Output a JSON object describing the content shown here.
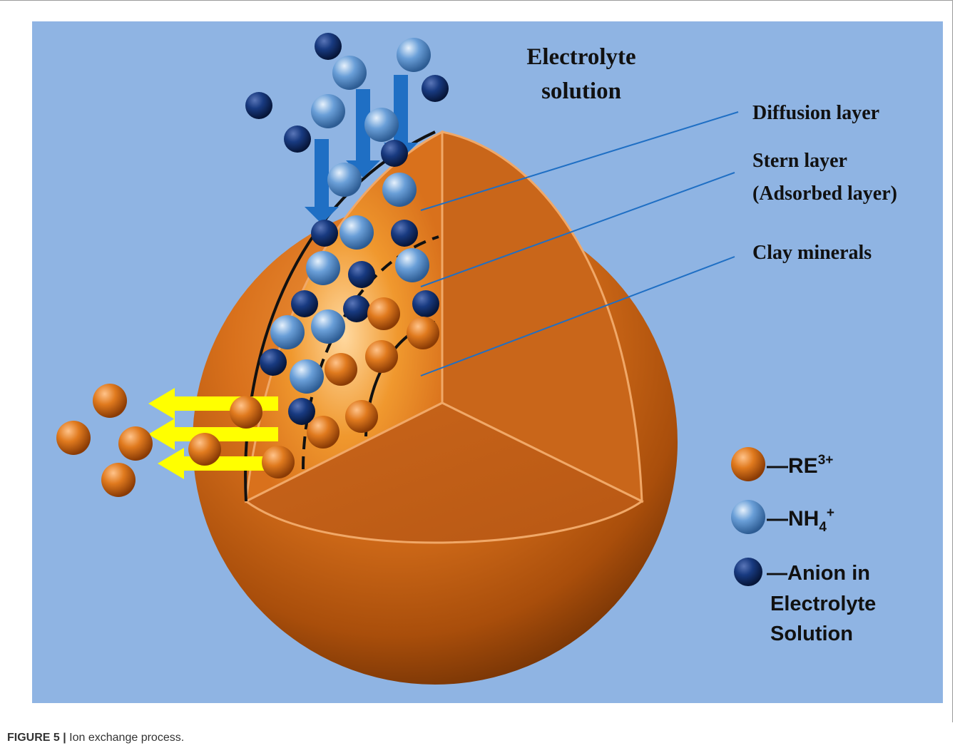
{
  "figure": {
    "title_line1": "Electrolyte",
    "title_line2": "solution",
    "labels": {
      "diffusion_layer": "Diffusion layer",
      "stern_layer_line1": "Stern layer",
      "stern_layer_line2": "(Adsorbed layer)",
      "clay_minerals": "Clay minerals"
    },
    "legend": [
      {
        "dash": "—",
        "base": "RE",
        "sup": "3+",
        "sub": "",
        "color": "#e07a1e",
        "icon": "re-ion-sphere-icon"
      },
      {
        "dash": "—",
        "base": "NH",
        "sub": "4",
        "sup": "+",
        "color": "#6a9fd8",
        "icon": "nh4-ion-sphere-icon"
      },
      {
        "dash": "—",
        "lines": [
          "Anion in",
          "Electrolyte",
          "Solution"
        ],
        "color": "#0f2a6a",
        "icon": "anion-sphere-icon"
      }
    ],
    "colors": {
      "background": "#8fb4e3",
      "clay_sphere": "#d2691e",
      "arrow_in": "#1f6fc4",
      "arrow_out": "#ffff00"
    }
  },
  "caption": {
    "label": "FIGURE 5 |",
    "text": " Ion exchange process."
  }
}
